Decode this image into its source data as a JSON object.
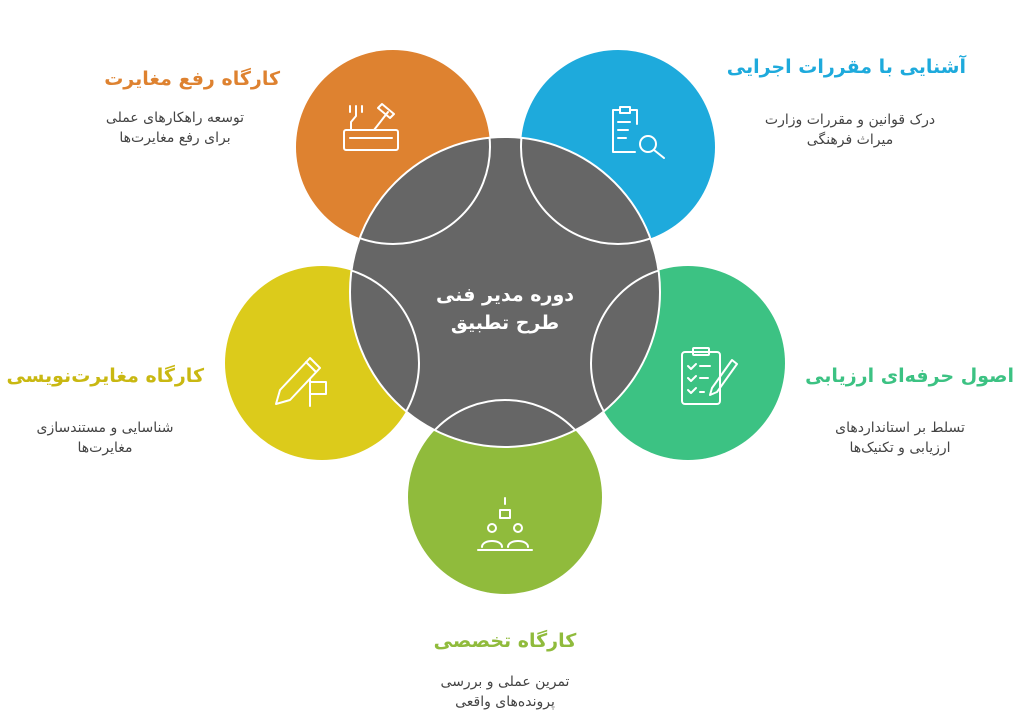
{
  "center": {
    "line1": "دوره مدیر فنی",
    "line2": "طرح تطبیق"
  },
  "nodes": [
    {
      "id": "rules",
      "title": "آشنایی با مقررات اجرایی",
      "desc1": "درک قوانین و مقررات وزارت",
      "desc2": "میراث فرهنگی",
      "color": "#1eaadc",
      "icon": "clipboard-search-icon"
    },
    {
      "id": "eval",
      "title": "اصول حرفه‌ای ارزیابی",
      "desc1": "تسلط بر استانداردهای",
      "desc2": "ارزیابی و تکنیک‌ها",
      "color": "#3cc283",
      "icon": "clipboard-pencil-icon"
    },
    {
      "id": "special",
      "title": "کارگاه تخصصی",
      "desc1": "تمرین عملی و بررسی",
      "desc2": "پرونده‌های واقعی",
      "color": "#90bb3c",
      "icon": "workshop-presenter-icon"
    },
    {
      "id": "writing",
      "title": "کارگاه مغایرت‌نویسی",
      "desc1": "شناسایی و مستندسازی",
      "desc2": "مغایرت‌ها",
      "color": "#dccb1b",
      "icon": "pencil-flag-icon"
    },
    {
      "id": "fix",
      "title": "کارگاه رفع مغایرت",
      "desc1": "توسعه راهکارهای عملی",
      "desc2": "برای رفع مغایرت‌ها",
      "color": "#de8230",
      "icon": "toolbox-icon"
    }
  ]
}
